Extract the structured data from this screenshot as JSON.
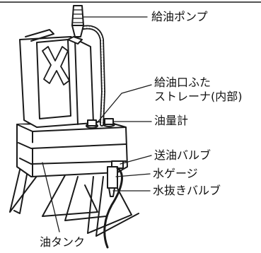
{
  "labels": {
    "pump": "給油ポンプ",
    "cap": "給油口ふた",
    "strainer": "ストレーナ(内部)",
    "gauge": "油量計",
    "valve": "送油バルブ",
    "water_gauge": "水ゲージ",
    "drain_valve": "水抜きバルブ",
    "tank": "油タンク"
  },
  "colors": {
    "line": "#1a1a1a",
    "fill": "#ffffff"
  }
}
